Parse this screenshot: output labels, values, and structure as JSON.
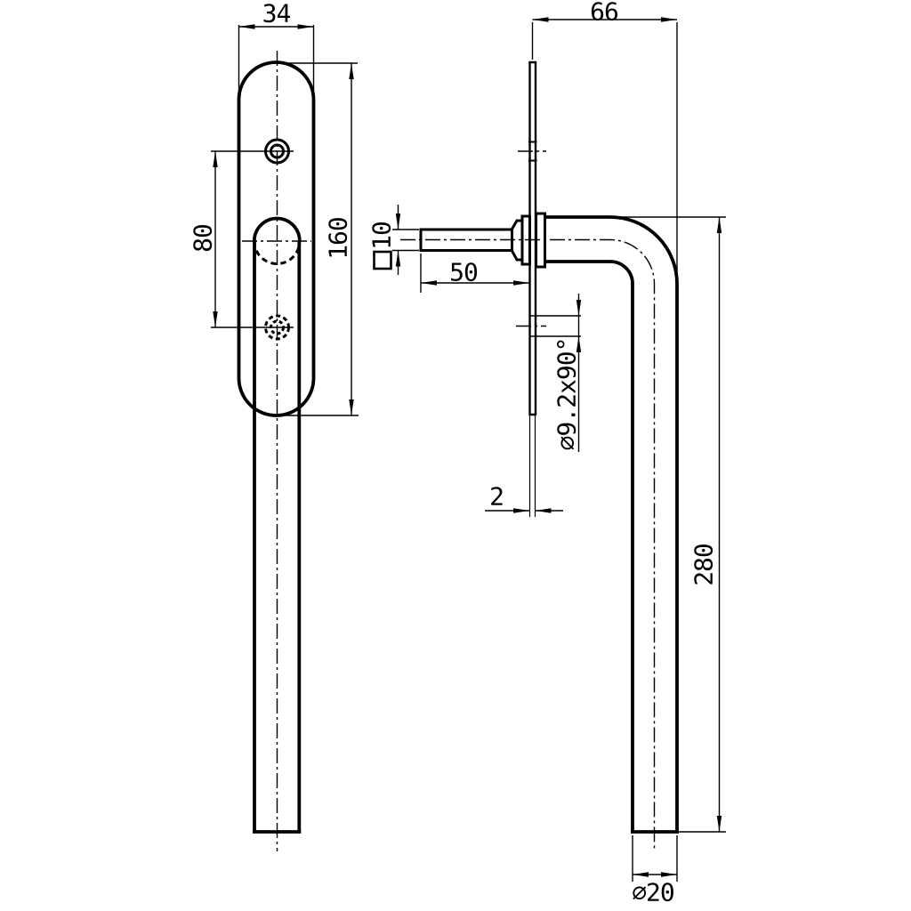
{
  "dimensions": {
    "plate_width": "34",
    "handle_offset": "66",
    "hole_spacing": "80",
    "plate_height": "160",
    "spindle_size": "10",
    "spindle_length": "50",
    "countersink": "⌀9.2x90°",
    "plate_thickness": "2",
    "handle_length": "280",
    "grip_diameter": "⌀20"
  },
  "colors": {
    "line": "#000000",
    "background": "#ffffff"
  }
}
